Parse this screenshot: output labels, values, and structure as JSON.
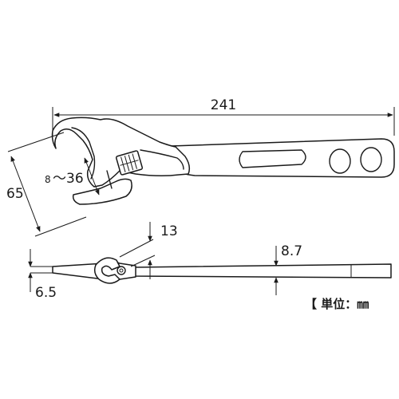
{
  "dimensions": {
    "overall_length": "241",
    "jaw_opening_min": "8",
    "jaw_opening_range": "～36",
    "head_width": "65",
    "head_thickness": "13",
    "handle_thickness": "8.7",
    "tip_thickness": "6.5"
  },
  "unit_note": "【 単位：㎜"
}
